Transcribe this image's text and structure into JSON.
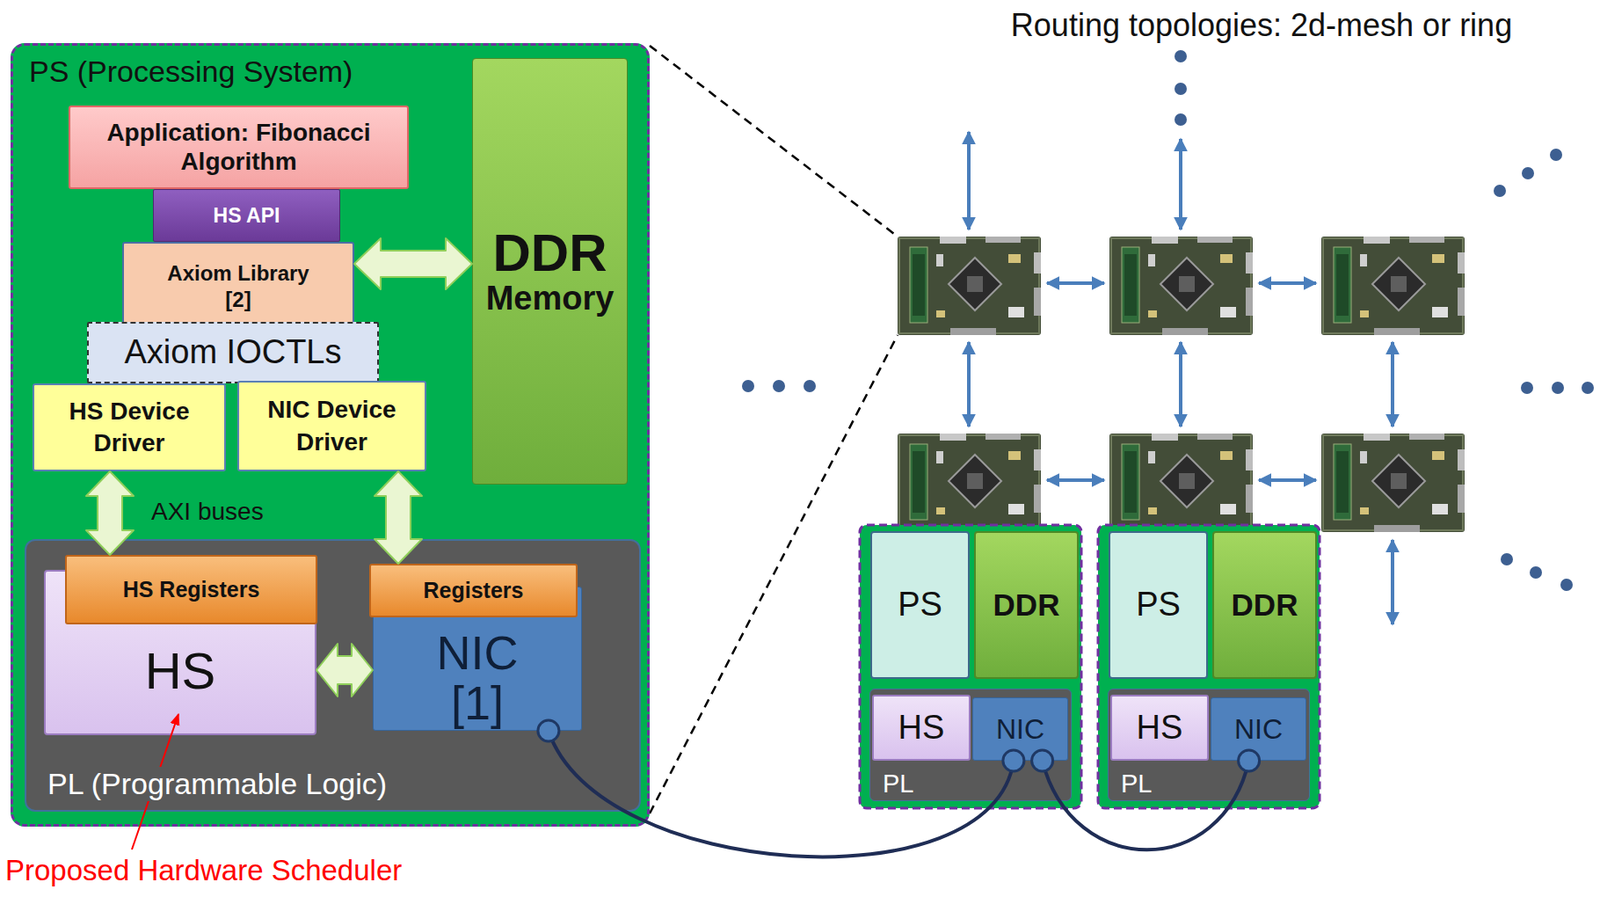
{
  "diagram": {
    "nodes": [
      {
        "text": [
          "PS (Processing System)"
        ]
      },
      {
        "text": [
          "Application: Fibonacci Algorithm"
        ],
        "in": 0
      },
      {
        "text": [
          "HS API"
        ],
        "in": 0
      },
      {
        "text": [
          "Axiom Library [2]"
        ],
        "in": 0
      },
      {
        "text": [
          "Axiom IOCTLs"
        ],
        "in": 0
      },
      {
        "text": [
          "HS Device Driver"
        ],
        "in": 0
      },
      {
        "text": [
          "NIC Device Driver"
        ],
        "in": 0
      },
      {
        "text": [
          "DDR",
          "Memory"
        ],
        "in": 0
      },
      {
        "text": [
          "PL (Programmable Logic)"
        ],
        "in": 0
      },
      {
        "text": [
          "HS"
        ],
        "in": 8
      },
      {
        "text": [
          "HS Registers"
        ],
        "in": 8
      },
      {
        "text": [
          "NIC [1]"
        ],
        "in": 8
      },
      {
        "text": [
          "Registers"
        ],
        "in": 8
      },
      {
        "text": [
          "PS"
        ]
      },
      {
        "text": [
          "DDR"
        ]
      },
      {
        "text": [
          "PL"
        ]
      },
      {
        "text": [
          "HS"
        ],
        "in": 15
      },
      {
        "text": [
          "NIC"
        ],
        "in": 15
      },
      {
        "text": [
          "PS"
        ]
      },
      {
        "text": [
          "DDR"
        ]
      },
      {
        "text": [
          "PL"
        ]
      },
      {
        "text": [
          "HS"
        ],
        "in": 20
      },
      {
        "text": [
          "NIC"
        ],
        "in": 20
      }
    ],
    "edges": [
      {
        "from": 3,
        "to": 7,
        "arrow": "both"
      },
      {
        "from": 5,
        "to": 10,
        "arrow": "both"
      },
      {
        "from": 6,
        "to": 12,
        "arrow": "both"
      },
      {
        "from": 9,
        "to": 11,
        "arrow": "both"
      },
      {
        "from": 11,
        "to": 17,
        "arrow": "none"
      },
      {
        "from": 17,
        "to": 22,
        "arrow": "none"
      }
    ],
    "labels": [
      "Routing topologies: 2d-mesh or ring",
      "AXI buses",
      "Proposed Hardware Scheduler"
    ]
  }
}
